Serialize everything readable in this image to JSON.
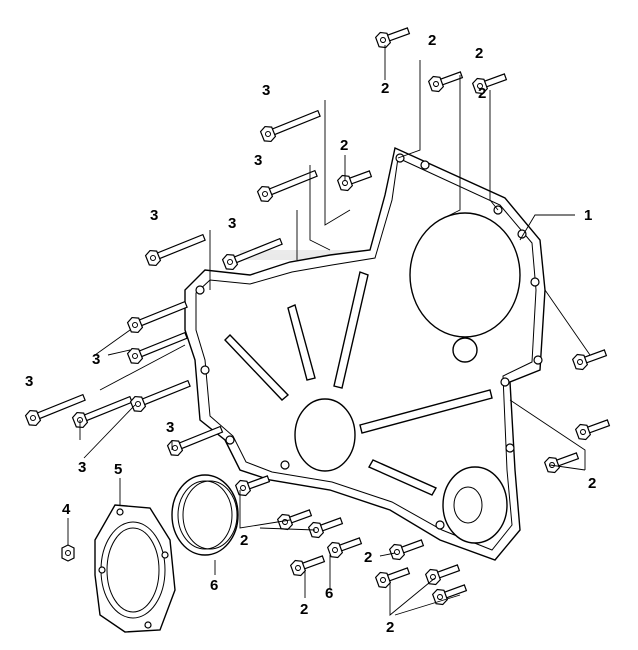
{
  "diagram": {
    "callouts": [
      {
        "id": "1",
        "text": "1"
      },
      {
        "id": "2",
        "text": "2"
      },
      {
        "id": "3",
        "text": "3"
      },
      {
        "id": "4",
        "text": "4"
      },
      {
        "id": "5",
        "text": "5"
      },
      {
        "id": "6",
        "text": "6"
      }
    ],
    "parts": {
      "cover": "front-gear-cover",
      "gasket": "cover-gasket",
      "flange_bolt": "flange-bolt",
      "plate": "access-plate",
      "seal": "oil-seal"
    }
  }
}
